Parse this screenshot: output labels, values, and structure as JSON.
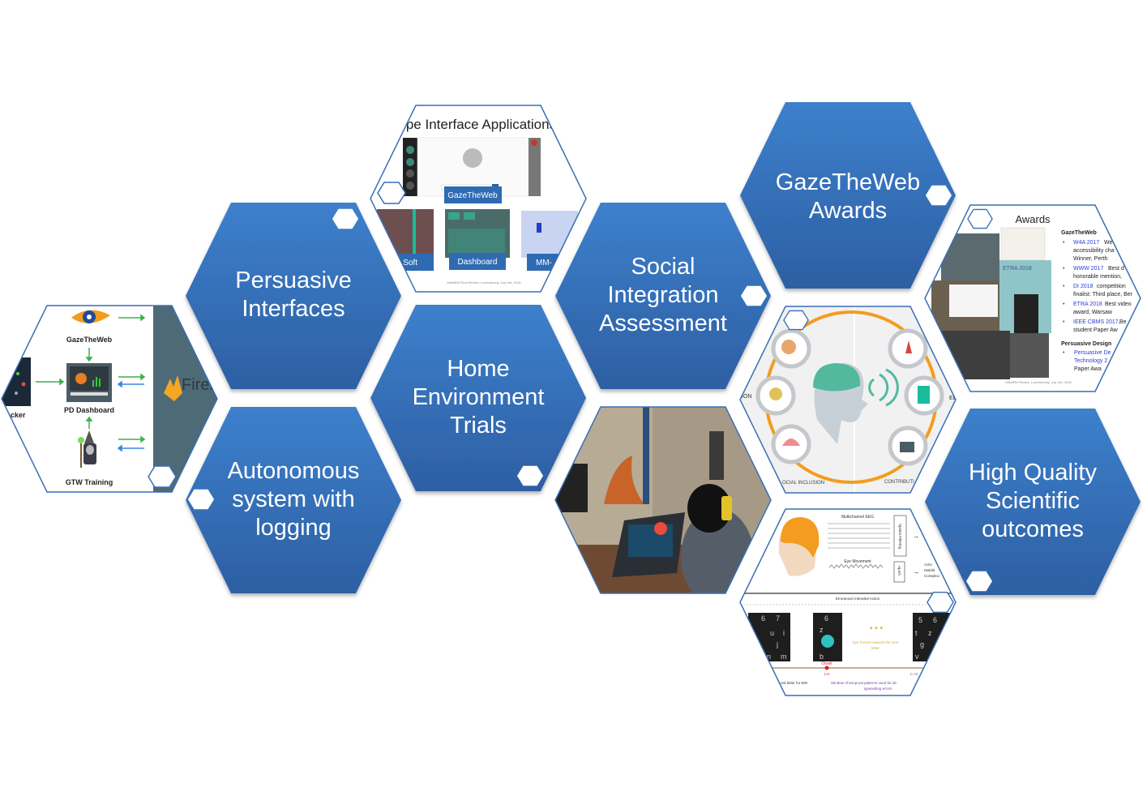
{
  "colors": {
    "hex_top": "#3d80cc",
    "hex_bottom": "#2d5fa3",
    "outline": "#3a6fb5",
    "accent_orange": "#f39c1f",
    "green_arrow": "#3cb24a",
    "blue_arrow": "#3a86e0"
  },
  "concept_hexes": [
    {
      "id": "persuasive",
      "lines": [
        "Persuasive",
        "Interfaces"
      ]
    },
    {
      "id": "autonomous",
      "lines": [
        "Autonomous",
        "system with",
        "logging"
      ]
    },
    {
      "id": "home",
      "lines": [
        "Home",
        "Environment",
        "Trials"
      ]
    },
    {
      "id": "social",
      "lines": [
        "Social",
        "Integration",
        "Assessment"
      ]
    },
    {
      "id": "awards",
      "lines": [
        "GazeTheWeb",
        "Awards"
      ]
    },
    {
      "id": "quality",
      "lines": [
        "High Quality",
        "Scientific",
        "outcomes"
      ]
    }
  ],
  "pipeline": {
    "tracker": "acker",
    "gtw": "GazeTheWeb",
    "dashboard": "PD Dashboard",
    "training": "GTW Training",
    "firebase": "Fireb"
  },
  "prototype": {
    "title": "Prototype Interface Applications",
    "labels": [
      "GazeTheWeb",
      "ng Soft",
      "Dashboard",
      "MM-"
    ],
    "footer": "MAMEM Final Review, Luxembourg, July 3rd, 2018"
  },
  "inclusion": {
    "left": "ION",
    "bottom_left": "OCIAL INCLUSION",
    "bottom_right": "CONTRIBUTI",
    "right": "ED"
  },
  "eeg": {
    "multichannel": "Multichannel EEG",
    "eye_movement": "Eye Movement",
    "spatial": "Spatial Filtering",
    "feat": "Hjorth",
    "activity": [
      "Activ",
      "Mobilit",
      "Complexi"
    ],
    "action": "Erroneous/ Intended Action",
    "eye_next": [
      "Eye moves towards the next",
      "letter"
    ],
    "onset": "Onset",
    "t0": "t=0",
    "t1": "t=+5",
    "left_note": "red letter for 500",
    "window": [
      "Window of temporal patterns used for de",
      "typesetting errors"
    ],
    "keys_a": [
      "6",
      "7",
      "u",
      "i",
      "j",
      "n",
      "m"
    ],
    "keys_b": [
      "6",
      "z",
      "b"
    ],
    "keys_c": [
      "5",
      "6",
      "t",
      "z",
      "g",
      "v"
    ]
  },
  "awards_slide": {
    "title": "Awards",
    "section1": "GazeTheWeb",
    "items": [
      {
        "key": "W4A 2017",
        "rest": "We",
        "more": [
          "accessibility cha",
          "Winner, Perth"
        ]
      },
      {
        "key": "WWW 2017",
        "rest": "Best d",
        "more": [
          "honorable mention,"
        ]
      },
      {
        "key": "DI 2018",
        "rest": "competition",
        "more": [
          "finalist: Third place, Ber"
        ]
      },
      {
        "key": "ETRA 2018",
        "rest": "Best video",
        "more": [
          "award, Warsaw"
        ]
      },
      {
        "key": "IEEE CBMS 2017,",
        "rest": "Be",
        "more": [
          "student Paper Aw"
        ]
      }
    ],
    "section2": "Persuasive Design",
    "item2": [
      "Persuasive De",
      "Technology 2",
      "Paper Awa"
    ],
    "etra_photo": "ETRA 2018",
    "footer": "MAMEM Review, Luxembourg, July 3rd, 2018"
  }
}
